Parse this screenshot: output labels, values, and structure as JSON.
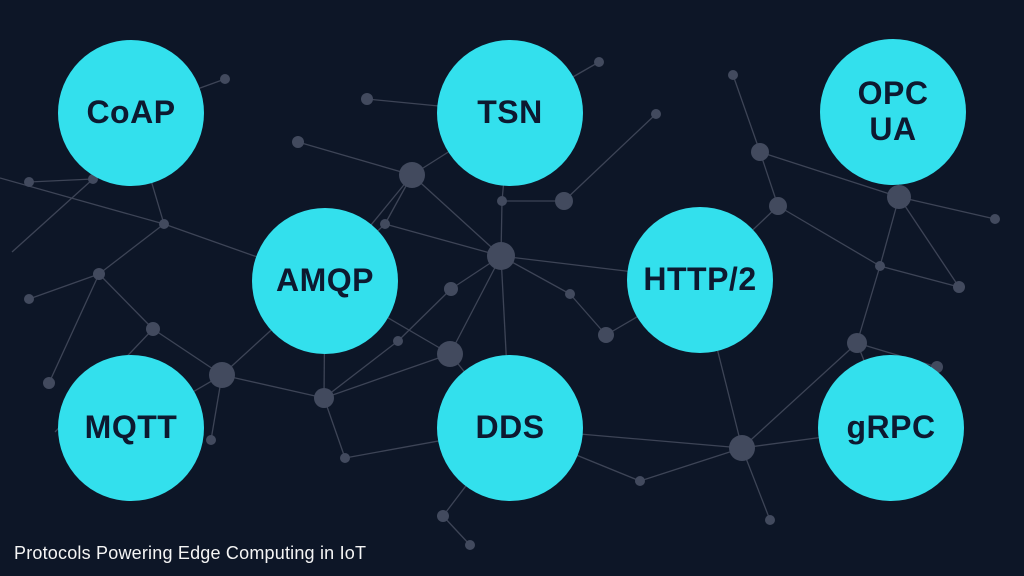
{
  "title": {
    "caption": "Protocols Powering Edge Computing in IoT"
  },
  "colors": {
    "background": "#0d1627",
    "bubble": "#33e0ed",
    "bubble_text": "#0d1930",
    "node": "#424a5e",
    "edge": "#3d4456",
    "caption_text": "#f5f5f5"
  },
  "bubbles": [
    {
      "label": "CoAP"
    },
    {
      "label": "TSN"
    },
    {
      "label": "OPC\nUA"
    },
    {
      "label": "AMQP"
    },
    {
      "label": "HTTP/2"
    },
    {
      "label": "MQTT"
    },
    {
      "label": "DDS"
    },
    {
      "label": "gRPC"
    }
  ],
  "network": {
    "nodes": [
      [
        29,
        182,
        5
      ],
      [
        93,
        179,
        5
      ],
      [
        164,
        224,
        5
      ],
      [
        99,
        274,
        6
      ],
      [
        29,
        299,
        5
      ],
      [
        153,
        329,
        7
      ],
      [
        222,
        375,
        13
      ],
      [
        49,
        383,
        6
      ],
      [
        211,
        440,
        5
      ],
      [
        225,
        79,
        5
      ],
      [
        367,
        99,
        6
      ],
      [
        298,
        142,
        6
      ],
      [
        412,
        175,
        13
      ],
      [
        385,
        224,
        5
      ],
      [
        502,
        201,
        5
      ],
      [
        564,
        201,
        9
      ],
      [
        501,
        256,
        14
      ],
      [
        451,
        289,
        7
      ],
      [
        398,
        341,
        5
      ],
      [
        450,
        354,
        13
      ],
      [
        570,
        294,
        5
      ],
      [
        606,
        335,
        8
      ],
      [
        324,
        398,
        10
      ],
      [
        345,
        458,
        5
      ],
      [
        443,
        516,
        6
      ],
      [
        470,
        545,
        5
      ],
      [
        599,
        62,
        5
      ],
      [
        656,
        114,
        5
      ],
      [
        733,
        75,
        5
      ],
      [
        760,
        152,
        9
      ],
      [
        778,
        206,
        9
      ],
      [
        899,
        197,
        12
      ],
      [
        995,
        219,
        5
      ],
      [
        880,
        266,
        5
      ],
      [
        959,
        287,
        6
      ],
      [
        857,
        343,
        10
      ],
      [
        937,
        367,
        6
      ],
      [
        640,
        481,
        5
      ],
      [
        742,
        448,
        13
      ],
      [
        770,
        520,
        5
      ]
    ],
    "edges": [
      [
        29,
        182,
        93,
        179
      ],
      [
        164,
        224,
        131,
        113
      ],
      [
        164,
        224,
        99,
        274
      ],
      [
        164,
        224,
        325,
        281
      ],
      [
        99,
        274,
        29,
        299
      ],
      [
        99,
        274,
        153,
        329
      ],
      [
        153,
        329,
        222,
        375
      ],
      [
        153,
        329,
        55,
        432
      ],
      [
        49,
        383,
        99,
        274
      ],
      [
        222,
        375,
        131,
        428
      ],
      [
        222,
        375,
        325,
        281
      ],
      [
        222,
        375,
        211,
        440
      ],
      [
        222,
        375,
        324,
        398
      ],
      [
        225,
        79,
        131,
        113
      ],
      [
        367,
        99,
        510,
        113
      ],
      [
        298,
        142,
        412,
        175
      ],
      [
        412,
        175,
        510,
        113
      ],
      [
        412,
        175,
        325,
        281
      ],
      [
        412,
        175,
        501,
        256
      ],
      [
        385,
        224,
        412,
        175
      ],
      [
        385,
        224,
        325,
        281
      ],
      [
        502,
        201,
        510,
        113
      ],
      [
        502,
        201,
        564,
        201
      ],
      [
        564,
        201,
        656,
        114
      ],
      [
        501,
        256,
        502,
        201
      ],
      [
        501,
        256,
        700,
        280
      ],
      [
        501,
        256,
        570,
        294
      ],
      [
        501,
        256,
        451,
        289
      ],
      [
        501,
        256,
        450,
        354
      ],
      [
        501,
        256,
        510,
        428
      ],
      [
        501,
        256,
        385,
        224
      ],
      [
        451,
        289,
        398,
        341
      ],
      [
        398,
        341,
        324,
        398
      ],
      [
        450,
        354,
        324,
        398
      ],
      [
        450,
        354,
        510,
        428
      ],
      [
        450,
        354,
        325,
        281
      ],
      [
        324,
        398,
        325,
        281
      ],
      [
        324,
        398,
        345,
        458
      ],
      [
        345,
        458,
        510,
        428
      ],
      [
        443,
        516,
        510,
        428
      ],
      [
        443,
        516,
        470,
        545
      ],
      [
        570,
        294,
        606,
        335
      ],
      [
        606,
        335,
        700,
        280
      ],
      [
        640,
        481,
        510,
        428
      ],
      [
        640,
        481,
        742,
        448
      ],
      [
        742,
        448,
        700,
        280
      ],
      [
        742,
        448,
        510,
        428
      ],
      [
        742,
        448,
        857,
        343
      ],
      [
        742,
        448,
        891,
        428
      ],
      [
        742,
        448,
        770,
        520
      ],
      [
        857,
        343,
        880,
        266
      ],
      [
        857,
        343,
        891,
        428
      ],
      [
        857,
        343,
        937,
        367
      ],
      [
        880,
        266,
        899,
        197
      ],
      [
        880,
        266,
        959,
        287
      ],
      [
        880,
        266,
        778,
        206
      ],
      [
        899,
        197,
        995,
        219
      ],
      [
        899,
        197,
        893,
        112
      ],
      [
        899,
        197,
        959,
        287
      ],
      [
        760,
        152,
        899,
        197
      ],
      [
        733,
        75,
        760,
        152
      ],
      [
        760,
        152,
        778,
        206
      ],
      [
        778,
        206,
        700,
        280
      ],
      [
        599,
        62,
        510,
        113
      ],
      [
        0,
        178,
        164,
        224
      ],
      [
        93,
        179,
        12,
        252
      ]
    ]
  }
}
